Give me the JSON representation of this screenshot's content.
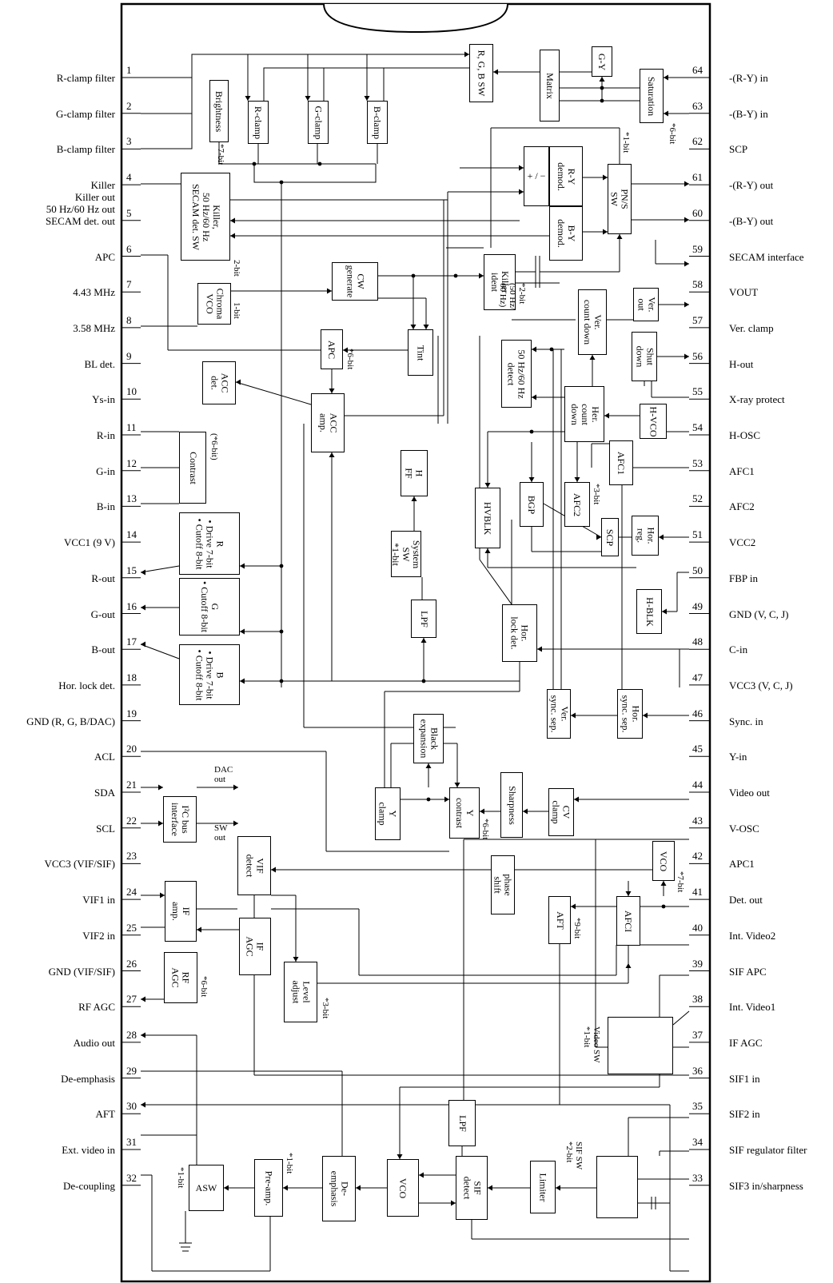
{
  "pins_left": [
    {
      "num": "1",
      "label": "R-clamp filter"
    },
    {
      "num": "2",
      "label": "G-clamp filter"
    },
    {
      "num": "3",
      "label": "B-clamp filter"
    },
    {
      "num": "4",
      "label": "Killer"
    },
    {
      "num": "5",
      "label": "Killer out\n50 Hz/60 Hz out\nSECAM det. out"
    },
    {
      "num": "6",
      "label": "APC"
    },
    {
      "num": "7",
      "label": "4.43 MHz"
    },
    {
      "num": "8",
      "label": "3.58 MHz"
    },
    {
      "num": "9",
      "label": "BL det."
    },
    {
      "num": "10",
      "label": "Ys-in"
    },
    {
      "num": "11",
      "label": "R-in"
    },
    {
      "num": "12",
      "label": "G-in"
    },
    {
      "num": "13",
      "label": "B-in"
    },
    {
      "num": "14",
      "label": "VCC1 (9 V)"
    },
    {
      "num": "15",
      "label": "R-out"
    },
    {
      "num": "16",
      "label": "G-out"
    },
    {
      "num": "17",
      "label": "B-out"
    },
    {
      "num": "18",
      "label": "Hor. lock det."
    },
    {
      "num": "19",
      "label": "GND (R, G, B/DAC)"
    },
    {
      "num": "20",
      "label": "ACL"
    },
    {
      "num": "21",
      "label": "SDA"
    },
    {
      "num": "22",
      "label": "SCL"
    },
    {
      "num": "23",
      "label": "VCC3 (VIF/SIF)"
    },
    {
      "num": "24",
      "label": "VIF1 in"
    },
    {
      "num": "25",
      "label": "VIF2 in"
    },
    {
      "num": "26",
      "label": "GND (VIF/SIF)"
    },
    {
      "num": "27",
      "label": "RF AGC"
    },
    {
      "num": "28",
      "label": "Audio out"
    },
    {
      "num": "29",
      "label": "De-emphasis"
    },
    {
      "num": "30",
      "label": "AFT"
    },
    {
      "num": "31",
      "label": "Ext. video in"
    },
    {
      "num": "32",
      "label": "De-coupling"
    }
  ],
  "pins_right": [
    {
      "num": "64",
      "label": "-(R-Y) in"
    },
    {
      "num": "63",
      "label": "-(B-Y) in"
    },
    {
      "num": "62",
      "label": "SCP"
    },
    {
      "num": "61",
      "label": "-(R-Y) out"
    },
    {
      "num": "60",
      "label": "-(B-Y) out"
    },
    {
      "num": "59",
      "label": "SECAM interface"
    },
    {
      "num": "58",
      "label": "VOUT"
    },
    {
      "num": "57",
      "label": "Ver. clamp"
    },
    {
      "num": "56",
      "label": "H-out"
    },
    {
      "num": "55",
      "label": "X-ray protect"
    },
    {
      "num": "54",
      "label": "H-OSC"
    },
    {
      "num": "53",
      "label": "AFC1"
    },
    {
      "num": "52",
      "label": "AFC2"
    },
    {
      "num": "51",
      "label": "VCC2"
    },
    {
      "num": "50",
      "label": "FBP in"
    },
    {
      "num": "49",
      "label": "GND (V, C, J)"
    },
    {
      "num": "48",
      "label": "C-in"
    },
    {
      "num": "47",
      "label": "VCC3 (V, C, J)"
    },
    {
      "num": "46",
      "label": "Sync. in"
    },
    {
      "num": "45",
      "label": "Y-in"
    },
    {
      "num": "44",
      "label": "Video out"
    },
    {
      "num": "43",
      "label": "V-OSC"
    },
    {
      "num": "42",
      "label": "APC1"
    },
    {
      "num": "41",
      "label": "Det. out"
    },
    {
      "num": "40",
      "label": "Int. Video2"
    },
    {
      "num": "39",
      "label": "SIF APC"
    },
    {
      "num": "38",
      "label": "Int. Video1"
    },
    {
      "num": "37",
      "label": "IF AGC"
    },
    {
      "num": "36",
      "label": "SIF1 in"
    },
    {
      "num": "35",
      "label": "SIF2 in"
    },
    {
      "num": "34",
      "label": "SIF regulator filter"
    },
    {
      "num": "33",
      "label": "SIF3 in/sharpness"
    }
  ],
  "blocks": {
    "rgb_sw": "R, G, B SW",
    "matrix": "Matrix",
    "gy": "G-Y",
    "saturation": "Saturation",
    "brightness": "Brightness",
    "r_clamp": "R-clamp",
    "g_clamp": "G-clamp",
    "b_clamp": "B-clamp",
    "killer": "Killer,\n50 Hz/60 Hz\nSECAM det. SW",
    "plusminus": "+ / −",
    "ry_demod": "R-Y\ndemod.",
    "by_demod": "B-Y\ndemod.",
    "pns_sw": "PN/S\nSW",
    "cw_generate": "CW\ngenerate",
    "killer_ident": "Killer\nident",
    "chroma_vco": "Chroma\nVCO",
    "ver_out": "Ver.\nout",
    "ver_count_down": "Ver.\ncount down",
    "apc": "APC",
    "tint": "Tint",
    "hz_detect": "50 Hz/60 Hz\ndetect",
    "shut_down": "Shut\ndown",
    "acc_det": "ACC\ndet.",
    "acc_amp": "ACC\namp.",
    "her_count_down": "Her.\ncount\ndown",
    "h_vco": "H-VCO",
    "contrast": "Contrast",
    "h_ff": "H\nFF",
    "afc1_block": "AFC1",
    "hvblk": "HVBLK",
    "bgp": "BGP",
    "afc2_block": "AFC2",
    "r_drive": "R\n• Drive 7-bit\n• Cutoff 8-bit",
    "g_drive": "G\n• Cutoff 8-bit",
    "b_drive": "B\n• Drive 7-bit\n• Cutoff 8-bit",
    "system_sw": "System\nSW\n*1-bit",
    "scp_block": "SCP",
    "hor_reg": "Hor.\nreg.",
    "lpf1": "LPF",
    "hor_lock_det": "Hor.\nlock det.",
    "h_blk": "H-BLK",
    "ver_sync_sep": "Ver.\nsync. sep.",
    "hor_sync_sep": "Hor.\nsync. sep.",
    "black_expansion": "Black\nexpansion",
    "i2c": "I²C bus\ninterface",
    "y_clamp": "Y\nclamp",
    "y_contrast": "Y\ncontrast",
    "sharpness": "Sharpness",
    "cv_clamp": "CV\nclamp",
    "vif_detect": "VIF\ndetect",
    "phase_shift": "phase\nshift",
    "vco_v": "VCO",
    "if_amp": "IF\namp.",
    "aft_block": "AFT",
    "afci": "AFCI",
    "if_agc": "IF\nAGC",
    "rf_agc": "RF\nAGC",
    "level_adjust": "Level\nadjust",
    "lpf2": "LPF",
    "asw": "ASW",
    "pre_amp": "Pre-amp.",
    "de_emphasis": "De-\nemphasis",
    "vco_sif": "VCO",
    "sif_detect": "SIF\ndetect",
    "limiter": "Limiter"
  },
  "notes": {
    "sat_bits": "*6-bit",
    "bright_bits": "*7-bit",
    "killer_bits": "2-bit",
    "pns_bits": "*1-bit",
    "killer_ident_bits": "*2-bit\n(50 Hz/\n60 Hz)",
    "chroma_bits": "1-bit",
    "tint_bits": "*6-bit",
    "contrast_bits": "(*6-bit)",
    "afc2_bits": "*3-bit",
    "dac_out": "DAC\nout",
    "sw_out": "SW\nout",
    "ycontrast_bits": "*6-bit",
    "vco_bits": "*7-bit",
    "aft_bits": "*9-bit",
    "rf_bits": "*6-bit",
    "level_bits": "*3-bit",
    "video_sw": "Video SW\n*1-bit",
    "sif_sw": "SIF SW\n*2-bit",
    "preamp_bits": "*1-bit",
    "asw_bits": "*1-bit"
  }
}
